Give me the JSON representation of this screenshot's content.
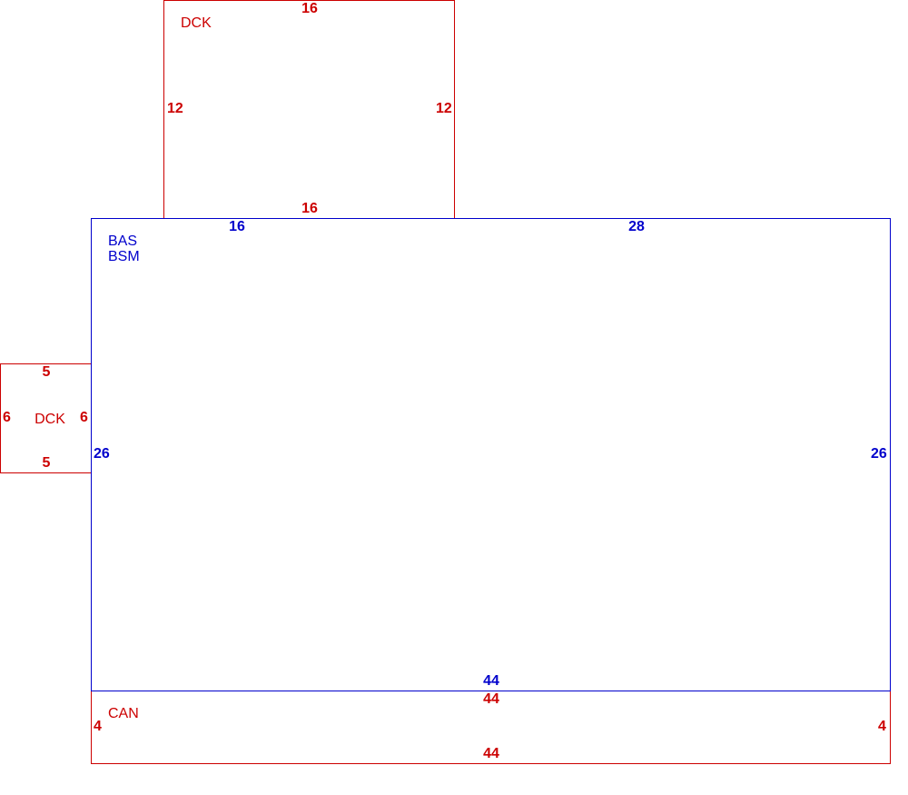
{
  "colors": {
    "main_area": "#0000cc",
    "sub_area": "#cc0000"
  },
  "areas": {
    "main": {
      "code": "BAS",
      "subcode": "BSM",
      "top_left": "16",
      "top_right": "28",
      "left": "26",
      "right": "26",
      "bottom": "44"
    },
    "deck_top": {
      "code": "DCK",
      "top": "16",
      "bottom": "16",
      "left": "12",
      "right": "12"
    },
    "deck_left": {
      "code": "DCK",
      "top": "5",
      "bottom": "5",
      "left": "6",
      "right": "6"
    },
    "canopy": {
      "code": "CAN",
      "top": "44",
      "bottom": "44",
      "left": "4",
      "right": "4"
    }
  }
}
